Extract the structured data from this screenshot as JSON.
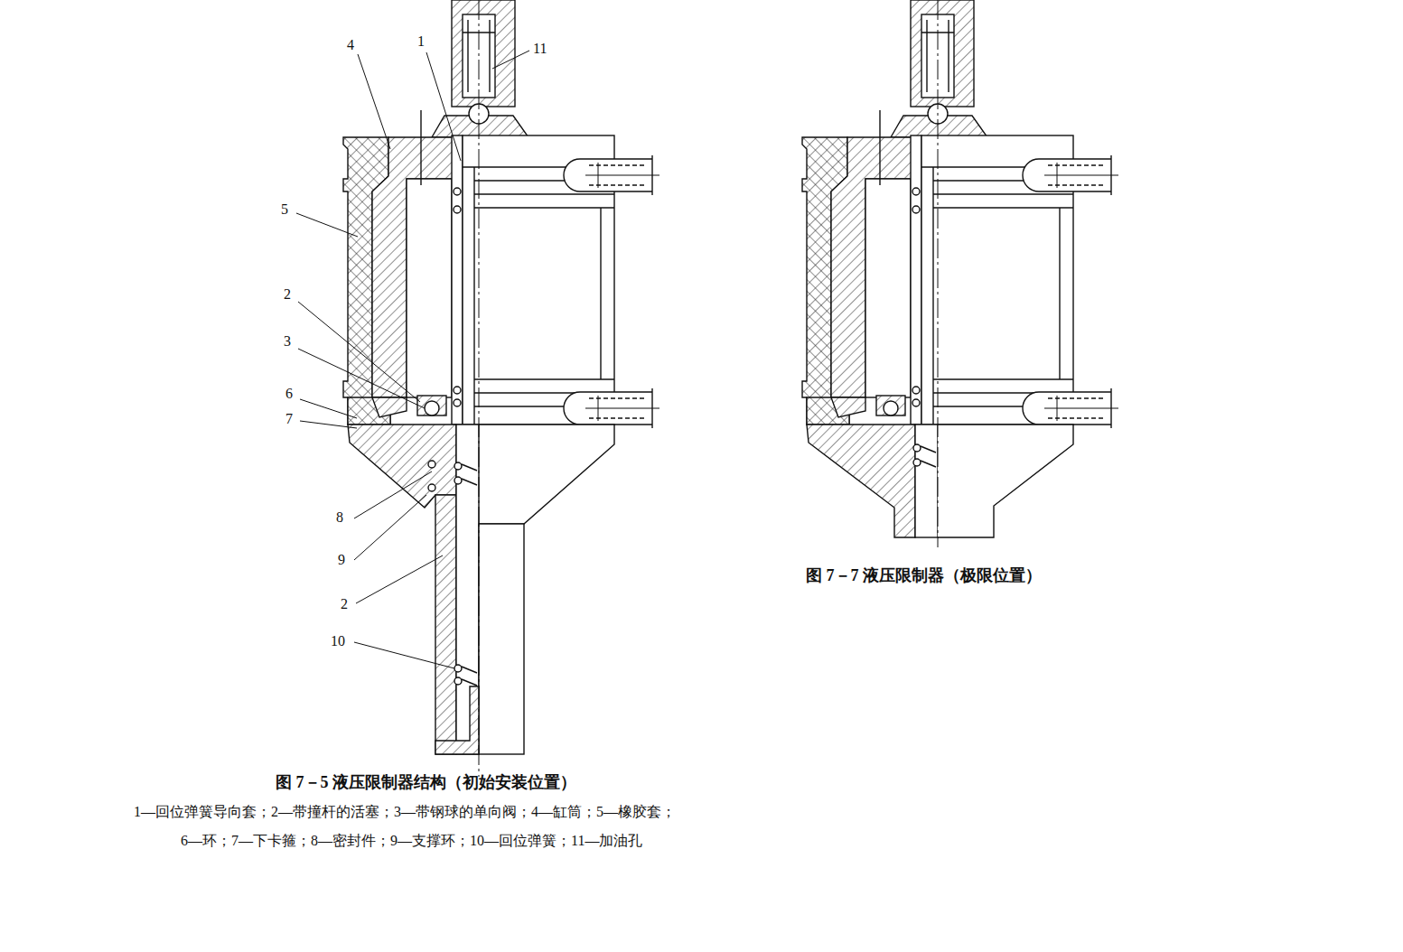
{
  "diagram": {
    "labels": [
      "4",
      "1",
      "11",
      "5",
      "2",
      "3",
      "6",
      "7",
      "8",
      "9",
      "2",
      "10",
      "图 7－5 液压限制器结构（初始安装位置）",
      "1—回位弹簧导向套；2—带撞杆的活塞；3—带钢球的单向阀；4—缸筒；5—橡胶套；",
      "6—环；7—下卡箍；8—密封件；9—支撑环；10—回位弹簧；11—加油孔",
      "图 7－7 液压限制器（极限位置）"
    ]
  }
}
